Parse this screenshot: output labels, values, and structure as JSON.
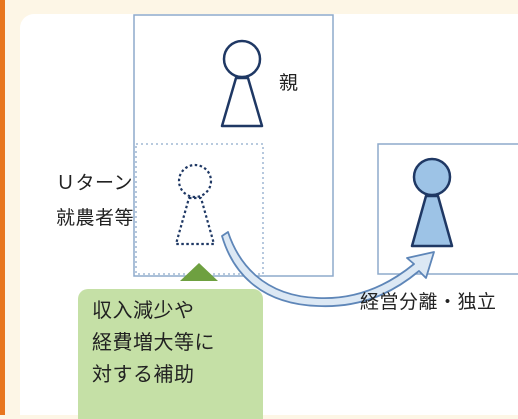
{
  "labels": {
    "parent": "親",
    "u_turn_line1": "Ｕターン",
    "u_turn_line2": "就農者等",
    "separation": "経営分離・独立"
  },
  "support_box": {
    "lines": [
      "収入減少や",
      "経費増大等に",
      "対する補助"
    ]
  },
  "colors": {
    "accent_border": "#e8761e",
    "background": "#fdf6e6",
    "frame_stroke": "#8eaacb",
    "figure_fill": "#9dc3e6",
    "figure_stroke": "#1f3864",
    "arrow_fill": "#dce8f4",
    "arrow_stroke": "#5e86b8",
    "triangle_fill": "#6ea040",
    "support_fill": "#c5e0a6"
  }
}
